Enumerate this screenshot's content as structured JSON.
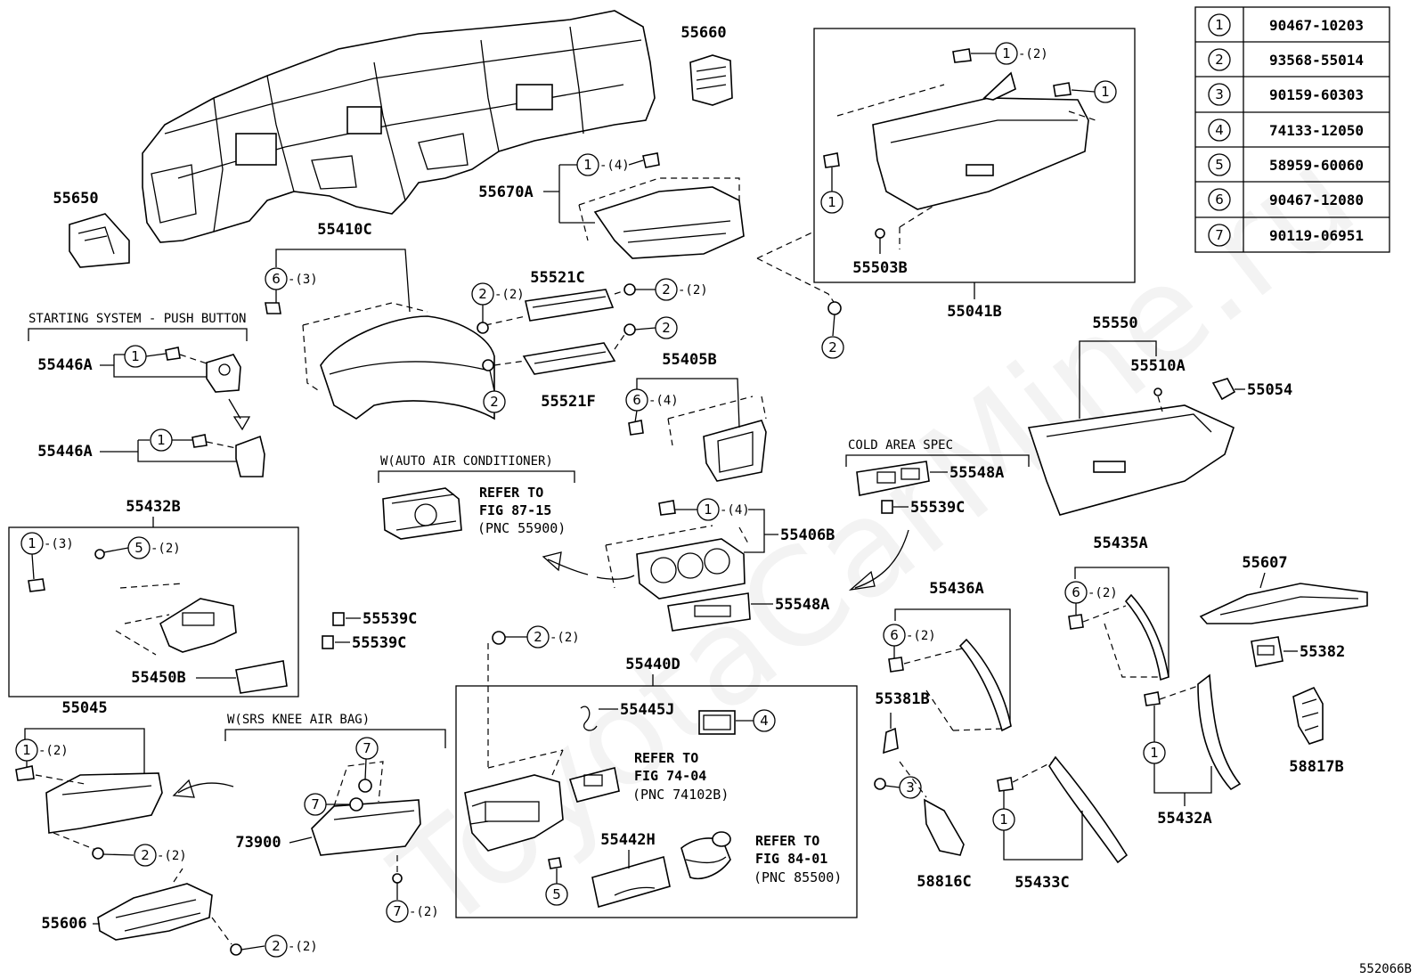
{
  "legend": [
    {
      "no": "1",
      "part": "90467-10203"
    },
    {
      "no": "2",
      "part": "93568-55014"
    },
    {
      "no": "3",
      "part": "90159-60303"
    },
    {
      "no": "4",
      "part": "74133-12050"
    },
    {
      "no": "5",
      "part": "58959-60060"
    },
    {
      "no": "6",
      "part": "90467-12080"
    },
    {
      "no": "7",
      "part": "90119-06951"
    }
  ],
  "labels": {
    "p55650": "55650",
    "p55660": "55660",
    "p55670A": "55670A",
    "p55410C": "55410C",
    "p55521C": "55521C",
    "p55521F": "55521F",
    "p55041B": "55041B",
    "p55503B": "55503B",
    "p55550": "55550",
    "p55510A": "55510A",
    "p55054": "55054",
    "p55446A_1": "55446A",
    "p55446A_2": "55446A",
    "p55405B": "55405B",
    "p55548A_1": "55548A",
    "p55539C_1": "55539C",
    "p55406B": "55406B",
    "p55548A_2": "55548A",
    "p55432B": "55432B",
    "p55450B": "55450B",
    "p55539C_2": "55539C",
    "p55539C_3": "55539C",
    "p55440D": "55440D",
    "p55445J": "55445J",
    "p55442H": "55442H",
    "p55045": "55045",
    "p73900": "73900",
    "p55606": "55606",
    "p55436A": "55436A",
    "p55381B": "55381B",
    "p58816C": "58816C",
    "p55433C": "55433C",
    "p55435A": "55435A",
    "p55607": "55607",
    "p55382": "55382",
    "p58817B": "58817B",
    "p55432A": "55432A",
    "fig_code": "552066B"
  },
  "sections": {
    "push_button": "STARTING SYSTEM - PUSH BUTTON",
    "auto_ac": "W(AUTO AIR CONDITIONER)",
    "cold_area": "COLD AREA SPEC",
    "srs_knee": "W(SRS KNEE AIR BAG)"
  },
  "refs": {
    "ac_refer": "REFER TO",
    "ac_fig": "FIG 87-15",
    "ac_pnc": "(PNC 55900)",
    "fig74_refer": "REFER TO",
    "fig74_fig": "FIG 74-04",
    "fig74_pnc": "(PNC 74102B)",
    "fig84_refer": "REFER TO",
    "fig84_fig": "FIG 84-01",
    "fig84_pnc": "(PNC 85500)"
  },
  "callouts": {
    "c1": "1",
    "q1": "-(2)",
    "c2": "1",
    "c3": "1",
    "c4": "1",
    "q4": "-(4)",
    "c5": "6",
    "q5": "-(3)",
    "c6": "2",
    "q6": "-(2)",
    "c7": "2",
    "q7": "-(2)",
    "c8": "2",
    "c9": "2",
    "c10": "2",
    "c11": "1",
    "c12": "1",
    "c13": "6",
    "q13": "-(4)",
    "c14": "1",
    "q14": "-(4)",
    "c15": "1",
    "q15": "-(3)",
    "c16": "5",
    "q16": "-(2)",
    "c17": "2",
    "q17": "-(2)",
    "c18": "4",
    "c19": "5",
    "c20": "1",
    "q20": "-(2)",
    "c21": "7",
    "c22": "7",
    "c23": "2",
    "q23": "-(2)",
    "c24": "7",
    "q24": "-(2)",
    "c25": "2",
    "q25": "-(2)",
    "c26": "6",
    "q26": "-(2)",
    "c27": "3",
    "c28": "1",
    "c29": "6",
    "q29": "-(2)",
    "c30": "1"
  },
  "watermark": "ToyotaCarMine.ru"
}
